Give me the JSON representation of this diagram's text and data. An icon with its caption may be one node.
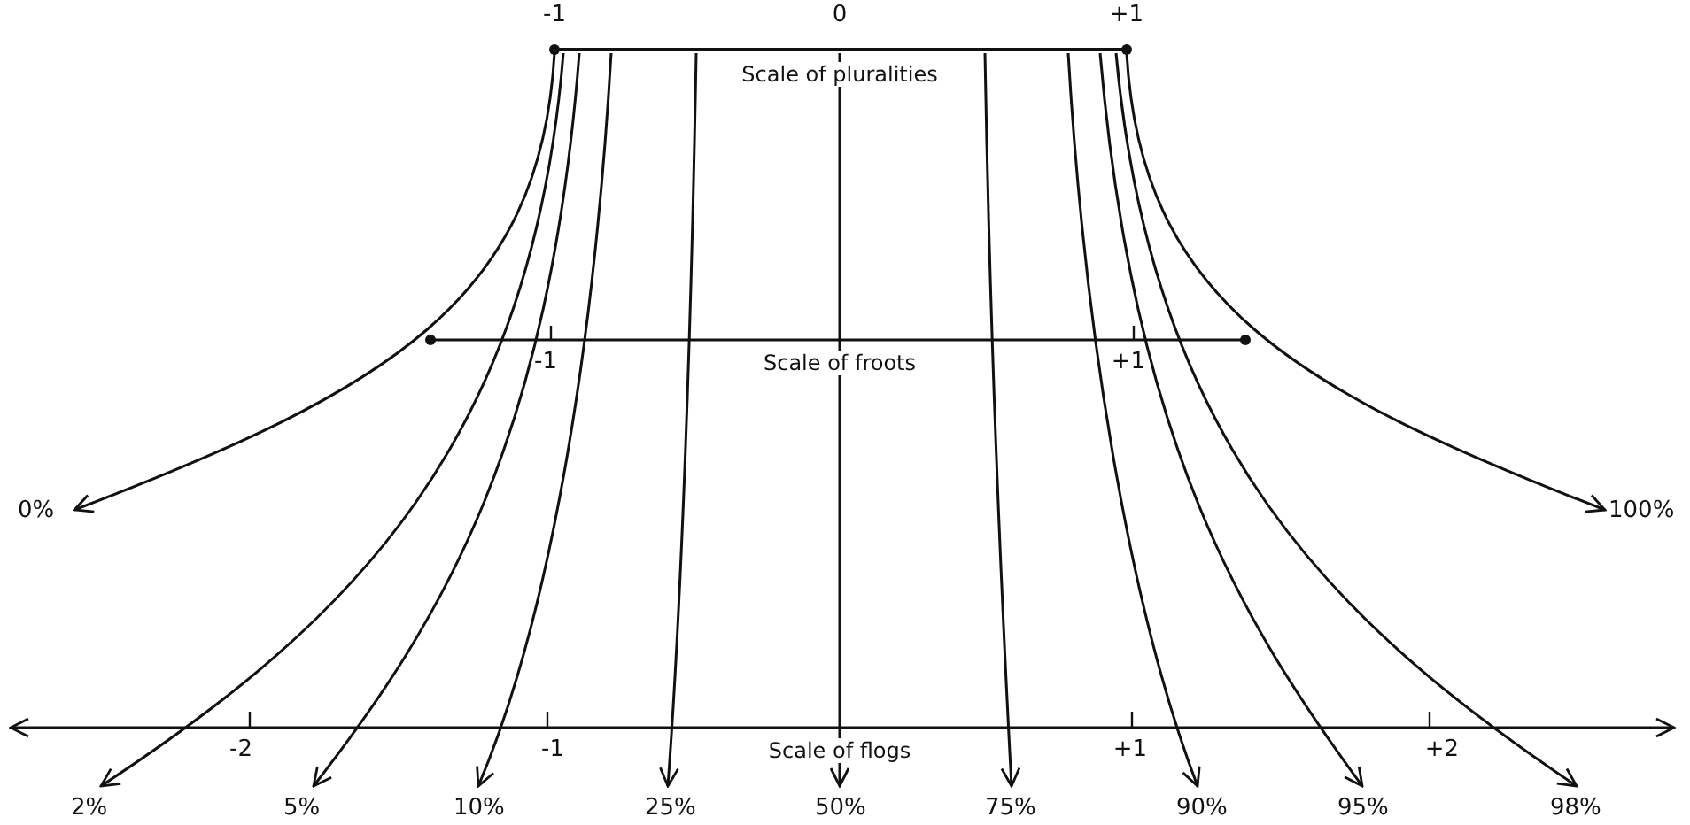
{
  "diagram": {
    "nodes": [
      {
        "text": [
          "0%"
        ]
      },
      {
        "text": [
          "2%"
        ]
      },
      {
        "text": [
          "5%"
        ]
      },
      {
        "text": [
          "10%"
        ]
      },
      {
        "text": [
          "25%"
        ]
      },
      {
        "text": [
          "50%"
        ]
      },
      {
        "text": [
          "75%"
        ]
      },
      {
        "text": [
          "90%"
        ]
      },
      {
        "text": [
          "95%"
        ]
      },
      {
        "text": [
          "98%"
        ]
      },
      {
        "text": [
          "100%"
        ]
      },
      {
        "text": [],
        "shape": "bar"
      }
    ],
    "edges": [
      {
        "from": 11,
        "to": 0,
        "arrow": "to"
      },
      {
        "from": 11,
        "to": 1,
        "arrow": "to"
      },
      {
        "from": 11,
        "to": 2,
        "arrow": "to"
      },
      {
        "from": 11,
        "to": 3,
        "arrow": "to"
      },
      {
        "from": 11,
        "to": 4,
        "arrow": "to"
      },
      {
        "from": 11,
        "to": 5,
        "arrow": "to"
      },
      {
        "from": 11,
        "to": 6,
        "arrow": "to"
      },
      {
        "from": 11,
        "to": 7,
        "arrow": "to"
      },
      {
        "from": 11,
        "to": 8,
        "arrow": "to"
      },
      {
        "from": 11,
        "to": 9,
        "arrow": "to"
      },
      {
        "from": 11,
        "to": 10,
        "arrow": "to"
      }
    ],
    "labels": [
      "-1",
      "0",
      "+1",
      "Scale of pluralities",
      "-1",
      "Scale of froots",
      "+1",
      "-2",
      "-1",
      "Scale of flogs",
      "+1",
      "+2"
    ]
  }
}
